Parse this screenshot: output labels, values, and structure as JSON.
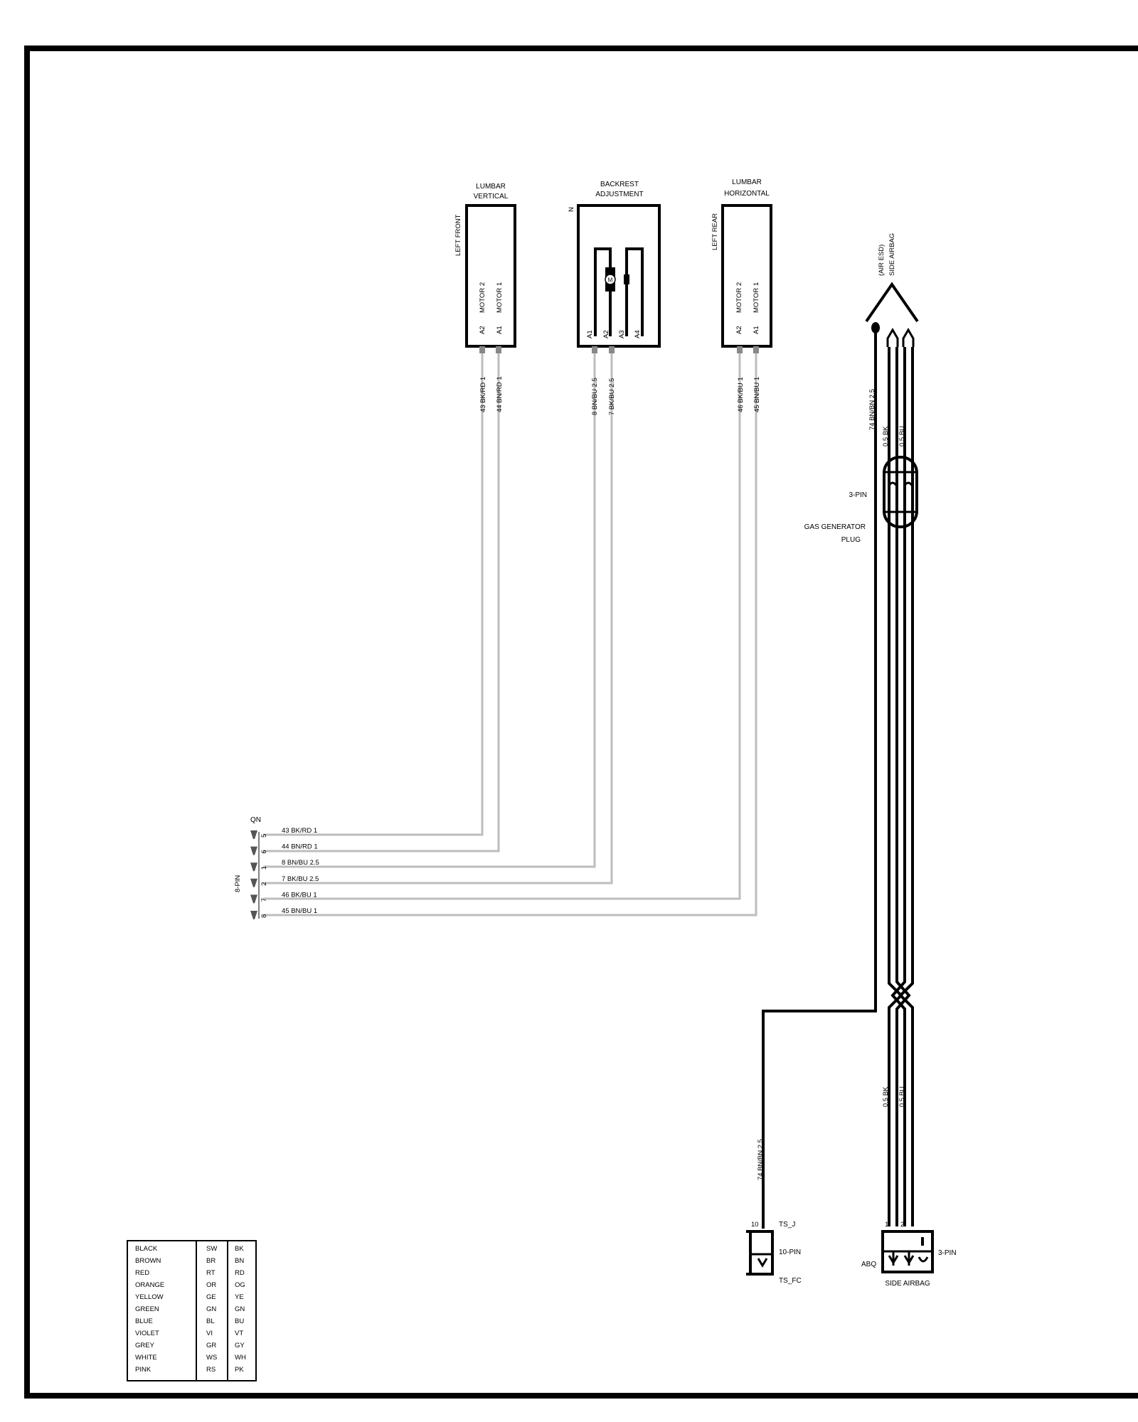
{
  "components": {
    "lumbar_vertical": {
      "title1": "LUMBAR",
      "title2": "VERTICAL",
      "side": "LEFT FRONT",
      "motor2": "MOTOR 2",
      "motor1": "MOTOR 1",
      "pinA2": "A2",
      "pinA1": "A1",
      "wire1": "43 BK/RD 1",
      "wire2": "44 BN/RD 1"
    },
    "backrest": {
      "title1": "BACKREST",
      "title2": "ADJUSTMENT",
      "side": "N",
      "motor": "M",
      "pins": [
        "A1",
        "A2",
        "A3",
        "A4"
      ],
      "wire1": "8 BN/BU 2.5",
      "wire2": "7 BK/BU 2.5"
    },
    "lumbar_horizontal": {
      "title1": "LUMBAR",
      "title2": "HORIZONTAL",
      "side": "LEFT REAR",
      "motor2": "MOTOR 2",
      "motor1": "MOTOR 1",
      "pinA2": "A2",
      "pinA1": "A1",
      "wire1": "46 BK/BU 1",
      "wire2": "45 BN/BU 1"
    },
    "side_airbag_top": {
      "title1": "SIDE AIRBAG",
      "title2": "(AIR ESD)",
      "wire_ground": "74 BN/BN 2.5",
      "wire_bk": "0.5 BK",
      "wire_bu": "0.5 BU"
    },
    "gas_plug": {
      "pins": "3-PIN",
      "label1": "GAS  GENERATOR",
      "label2": "PLUG"
    },
    "qn": {
      "name": "QN",
      "pins": "8-PIN",
      "rows": [
        {
          "pin": "5",
          "wire": "43 BK/RD 1"
        },
        {
          "pin": "6",
          "wire": "44 BN/RD 1"
        },
        {
          "pin": "1",
          "wire": "8 BN/BU 2.5"
        },
        {
          "pin": "2",
          "wire": "7 BK/BU 2.5"
        },
        {
          "pin": "7",
          "wire": "46 BK/BU 1"
        },
        {
          "pin": "8",
          "wire": "45 BN/BU 1"
        }
      ]
    },
    "lower_harness": {
      "wire_bk": "0.5 BK",
      "wire_bu": "0.5 BU",
      "wire_ground": "74 BN/BN 2.5"
    },
    "ts": {
      "pin": "10",
      "name_top": "TS_J",
      "pins": "10-PIN",
      "name_bottom": "TS_FC"
    },
    "abq": {
      "pin1": "1",
      "pin2": "2",
      "name": "ABQ",
      "pins": "3-PIN",
      "label": "SIDE AIRBAG"
    }
  },
  "legend": [
    [
      "BLACK",
      "SW",
      "BK"
    ],
    [
      "BROWN",
      "BR",
      "BN"
    ],
    [
      "RED",
      "RT",
      "RD"
    ],
    [
      "ORANGE",
      "OR",
      "OG"
    ],
    [
      "YELLOW",
      "GE",
      "YE"
    ],
    [
      "GREEN",
      "GN",
      "GN"
    ],
    [
      "BLUE",
      "BL",
      "BU"
    ],
    [
      "VIOLET",
      "VI",
      "VT"
    ],
    [
      "GREY",
      "GR",
      "GY"
    ],
    [
      "WHITE",
      "WS",
      "WH"
    ],
    [
      "PINK",
      "RS",
      "PK"
    ]
  ]
}
